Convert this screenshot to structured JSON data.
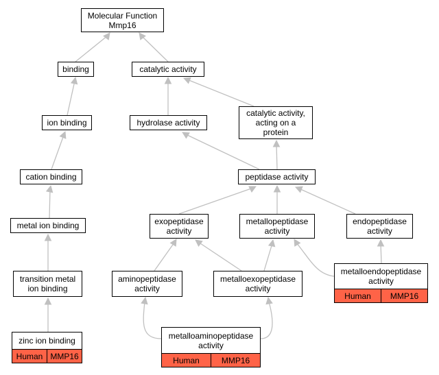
{
  "colors": {
    "edge": "#c0c0c0",
    "annotation": "#ff6347",
    "border": "#000000"
  },
  "nodes": {
    "mf": {
      "label": "Molecular Function\nMmp16"
    },
    "binding": {
      "label": "binding"
    },
    "catalytic": {
      "label": "catalytic activity"
    },
    "ion_binding": {
      "label": "ion binding"
    },
    "hydrolase": {
      "label": "hydrolase activity"
    },
    "cat_protein": {
      "label": "catalytic activity,\nacting on a\nprotein"
    },
    "cation": {
      "label": "cation binding"
    },
    "peptidase": {
      "label": "peptidase activity"
    },
    "metal_ion": {
      "label": "metal ion binding"
    },
    "exopeptidase": {
      "label": "exopeptidase\nactivity"
    },
    "metallopeptidase": {
      "label": "metallopeptidase\nactivity"
    },
    "endopeptidase": {
      "label": "endopeptidase\nactivity"
    },
    "transition": {
      "label": "transition metal\nion binding"
    },
    "aminopeptidase": {
      "label": "aminopeptidase\nactivity"
    },
    "metalloexo": {
      "label": "metalloexopeptidase\nactivity"
    },
    "metalloendo": {
      "label": "metalloendopeptidase\nactivity",
      "species": "Human",
      "gene": "MMP16"
    },
    "zinc": {
      "label": "zinc ion binding",
      "species": "Human",
      "gene": "MMP16"
    },
    "metalloamino": {
      "label": "metalloaminopeptidase\nactivity",
      "species": "Human",
      "gene": "MMP16"
    }
  }
}
